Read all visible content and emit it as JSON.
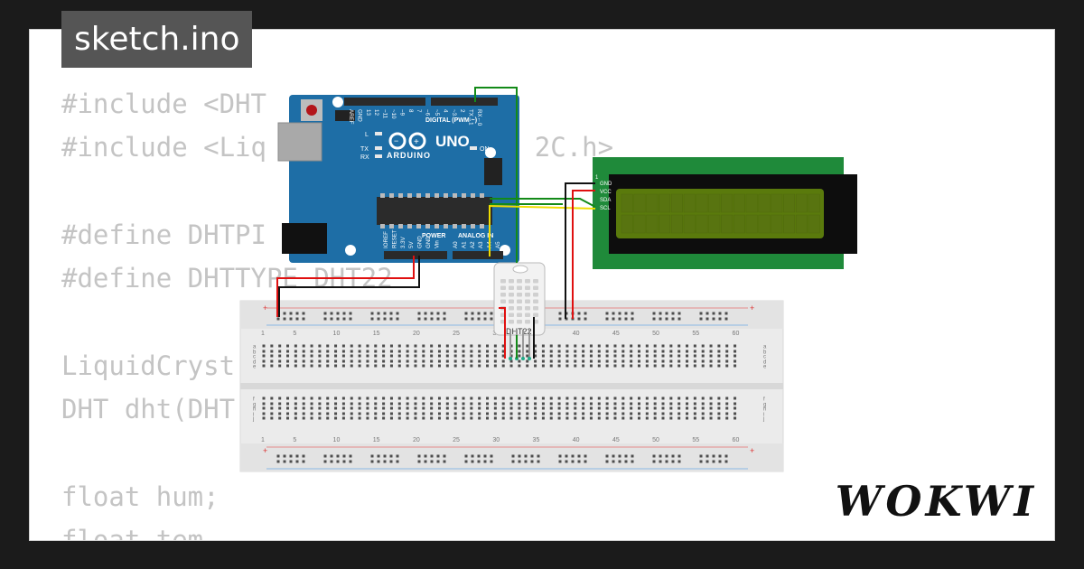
{
  "tab": {
    "title": "sketch.ino"
  },
  "code": {
    "lines": [
      "#include <DHT",
      "#include <Liq                 2C.h>",
      "",
      "#define DHTPI",
      "#define DHTTYPE DHT22",
      "",
      "LiquidCryst",
      "DHT dht(DHT",
      "",
      "float hum;",
      "float tem"
    ]
  },
  "arduino": {
    "brand": "ARDUINO",
    "model": "UNO",
    "digital_label": "DIGITAL (PWM ~)",
    "analog_label": "ANALOG IN",
    "power_label": "POWER",
    "led_labels": [
      "L",
      "TX",
      "RX",
      "ON"
    ],
    "digital_pins": [
      "AREF",
      "GND",
      "13",
      "12",
      "~11",
      "~10",
      "~9",
      "8",
      "7",
      "~6",
      "~5",
      "4",
      "~3",
      "2",
      "TX→1",
      "RX←0"
    ],
    "power_pins": [
      "IOREF",
      "RESET",
      "3.3V",
      "5V",
      "GND",
      "GND",
      "Vin"
    ],
    "analog_pins": [
      "A0",
      "A1",
      "A2",
      "A3",
      "A4",
      "A5"
    ]
  },
  "lcd": {
    "pins": [
      "GND",
      "VCC",
      "SDA",
      "SCL"
    ],
    "corner_label": "1"
  },
  "sensor": {
    "label": "DHT22"
  },
  "breadboard": {
    "col_numbers": [
      "1",
      "5",
      "10",
      "15",
      "20",
      "25",
      "30",
      "35",
      "40",
      "45",
      "50",
      "55",
      "60"
    ],
    "row_letters_top": [
      "a",
      "b",
      "c",
      "d",
      "e"
    ],
    "row_letters_bottom": [
      "f",
      "g",
      "h",
      "i",
      "j"
    ]
  },
  "brand": {
    "logo": "WOKWI"
  },
  "colors": {
    "board_blue": "#1e6ea6",
    "lcd_green": "#1f8a3a",
    "lcd_screen": "#5a7a0c",
    "wire_green": "#138a18",
    "wire_red": "#e01010",
    "wire_yellow": "#f0dc00",
    "wire_black": "#111111"
  }
}
